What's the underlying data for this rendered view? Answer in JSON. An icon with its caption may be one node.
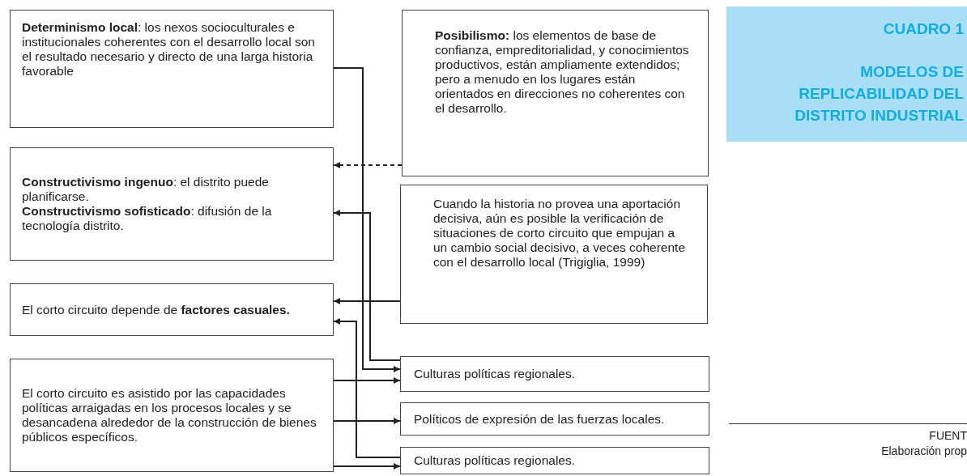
{
  "diagram": {
    "nodes": [
      {
        "text": [
          "**Determinismo local**: los nexos socioculturales e institucionales coherentes con el desarrollo local son el resultado necesario y directo de una larga historia favorable"
        ]
      },
      {
        "text": [
          "**Posibilismo:** los elementos de base de confianza, empreditorialidad, y conocimientos productivos, están ampliamente extendidos; pero a menudo en los lugares están orientados en direcciones no coherentes con el desarrollo."
        ]
      },
      {
        "text": [
          "**Constructivismo ingenuo**: el distrito puede planificarse.",
          "**Constructivismo sofisticado**: difusión de  la tecnología distrito."
        ]
      },
      {
        "text": [
          "Cuando la historia no provea una aportación decisiva, aún es posible la verificación de situaciones de corto circuito que empujan a un cambio social decisivo, a veces coherente con el desarrollo local (Trigiglia, 1999)"
        ]
      },
      {
        "text": [
          "El corto  circuito depende de **factores casuales.**"
        ]
      },
      {
        "text": [
          "El corto circuito es asistido por las capacidades políticas arraigadas en los procesos locales y se desancadena alrededor de la construcción de bienes públicos específicos."
        ]
      },
      {
        "text": [
          "Culturas políticas regionales."
        ]
      },
      {
        "text": [
          "Políticos de expresión de las fuerzas locales."
        ]
      },
      {
        "text": [
          "Culturas políticas regionales."
        ]
      },
      {
        "text": [
          "CUADRO 1",
          "MODELOS DE REPLICABILIDAD DEL DISTRITO INDUSTRIAL"
        ]
      }
    ],
    "edges": [
      {
        "from": 0,
        "to": 6,
        "arrow": "to"
      },
      {
        "from": 1,
        "to": 2,
        "arrow": "to",
        "style": "dashed"
      },
      {
        "from": 6,
        "to": 2,
        "arrow": "to"
      },
      {
        "from": 3,
        "to": 4,
        "arrow": "to"
      },
      {
        "from": 8,
        "to": 4,
        "arrow": "to"
      },
      {
        "from": 5,
        "to": 6,
        "arrow": "to"
      },
      {
        "from": 5,
        "to": 7,
        "arrow": "to"
      },
      {
        "from": 5,
        "to": 8,
        "arrow": "to"
      }
    ],
    "labels": [
      "FUENT",
      "Elaboración prop"
    ]
  }
}
